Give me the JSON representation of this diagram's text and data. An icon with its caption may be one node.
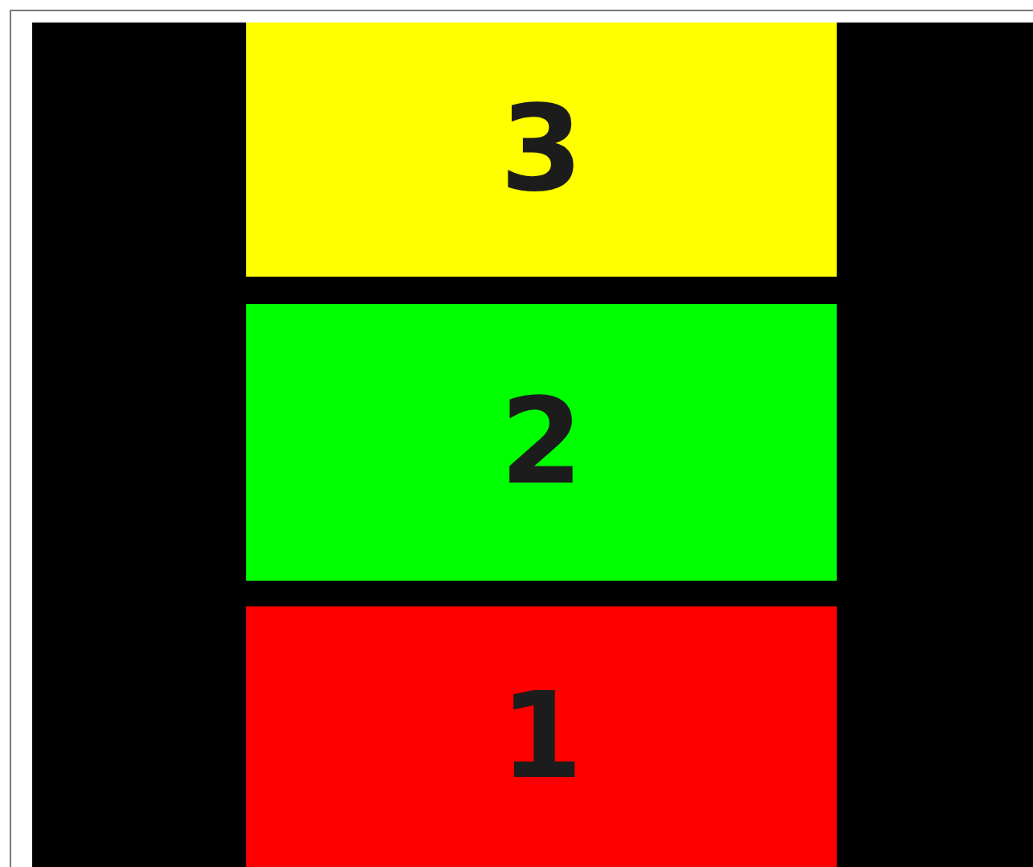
{
  "diagram": {
    "nodes": [
      {
        "text": [
          "3"
        ]
      },
      {
        "text": [
          "2"
        ]
      },
      {
        "text": [
          "1"
        ]
      }
    ]
  }
}
